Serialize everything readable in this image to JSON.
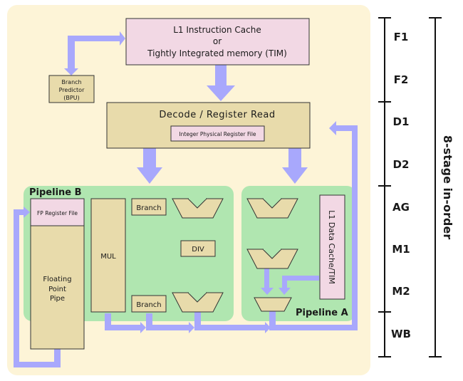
{
  "title": "8-stage in-order pipeline block diagram",
  "colors": {
    "background_panel": "#fdf4d7",
    "pipeline_green": "#b0e6b0",
    "block_tan": "#e8dbab",
    "block_pink": "#f2d8e4",
    "arrow_blue": "#a8a8fc",
    "stroke": "#333333"
  },
  "blocks": {
    "icache_line1": "L1 Instruction Cache",
    "icache_line2": "or",
    "icache_line3": "Tightly Integrated memory (TIM)",
    "bpu_line1": "Branch",
    "bpu_line2": "Predictor",
    "bpu_line3": "(BPU)",
    "decode": "Decode / Register Read",
    "int_regfile": "Integer Physical Register File",
    "fp_regfile": "FP Register File",
    "fpp_line1": "Floating",
    "fpp_line2": "Point",
    "fpp_line3": "Pipe",
    "mul": "MUL",
    "branch_top": "Branch",
    "branch_bottom": "Branch",
    "div": "DIV",
    "dcache": "L1 Data Cache/TIM"
  },
  "pipelines": {
    "b_label": "Pipeline B",
    "a_label": "Pipeline A"
  },
  "stages": {
    "labels": [
      "F1",
      "F2",
      "D1",
      "D2",
      "AG",
      "M1",
      "M2",
      "WB"
    ],
    "groups": [
      [
        "F1",
        "F2"
      ],
      [
        "D1",
        "D2"
      ],
      [
        "AG",
        "M1",
        "M2"
      ],
      [
        "WB"
      ]
    ],
    "summary": "8-stage in-order"
  }
}
